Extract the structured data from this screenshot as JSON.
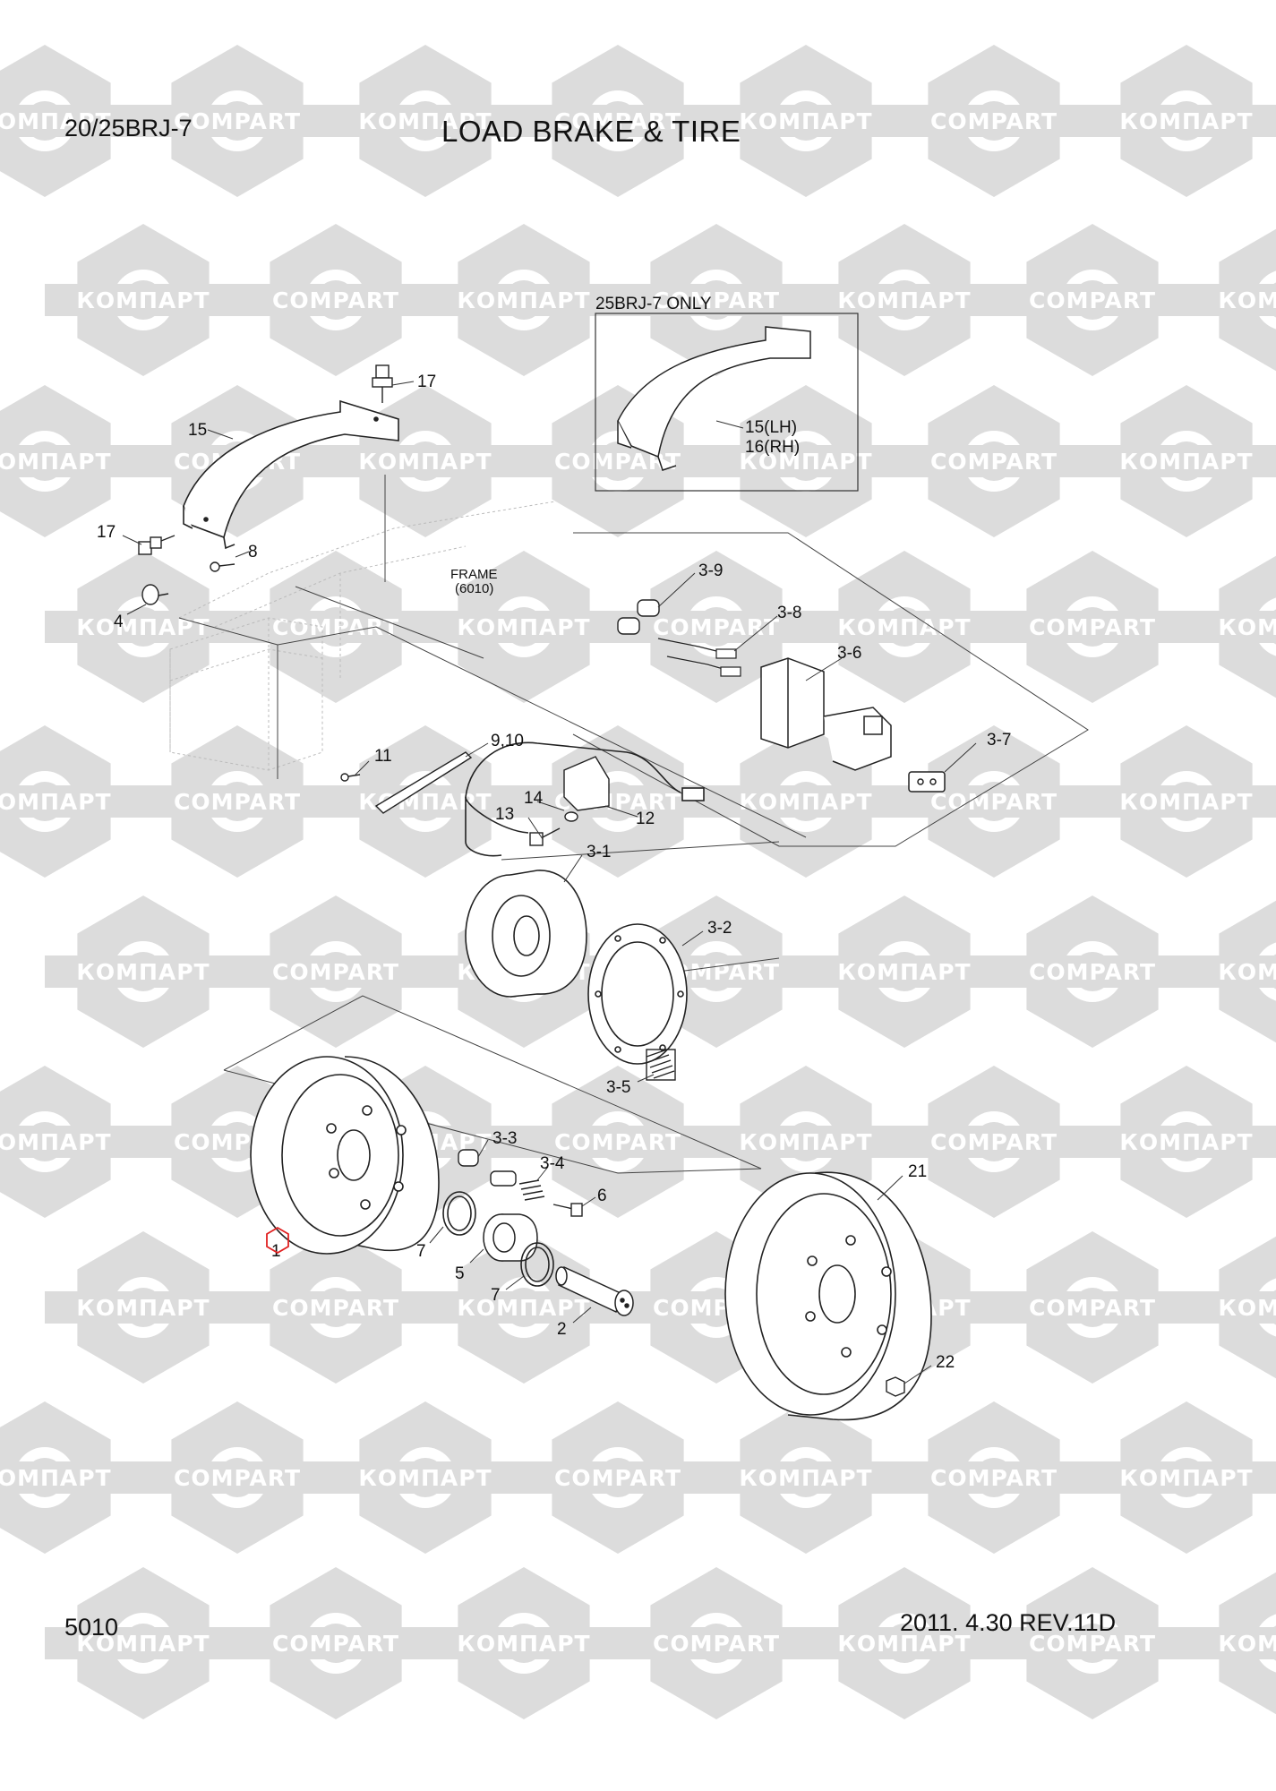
{
  "header": {
    "model": "20/25BRJ-7",
    "title": "LOAD BRAKE & TIRE"
  },
  "footer": {
    "page_number": "5010",
    "revision": "2011. 4.30  REV.11D"
  },
  "watermark": {
    "text_cyrillic": "КОМПАРТ",
    "text_latin": "COMPART",
    "color": "#dcdcdc"
  },
  "inset": {
    "caption": "25BRJ-7 ONLY",
    "labels": [
      "15(LH)",
      "16(RH)"
    ]
  },
  "frame_label": {
    "line1": "FRAME",
    "line2": "(6010)"
  },
  "callouts": [
    "17",
    "15",
    "17",
    "8",
    "4",
    "3-9",
    "3-8",
    "3-6",
    "3-7",
    "11",
    "9,10",
    "14",
    "13",
    "12",
    "3-1",
    "3-2",
    "3-5",
    "3-3",
    "3-4",
    "6",
    "21",
    "1",
    "7",
    "5",
    "7",
    "2",
    "22"
  ],
  "highlight": {
    "part": "1",
    "color": "#e02020"
  }
}
